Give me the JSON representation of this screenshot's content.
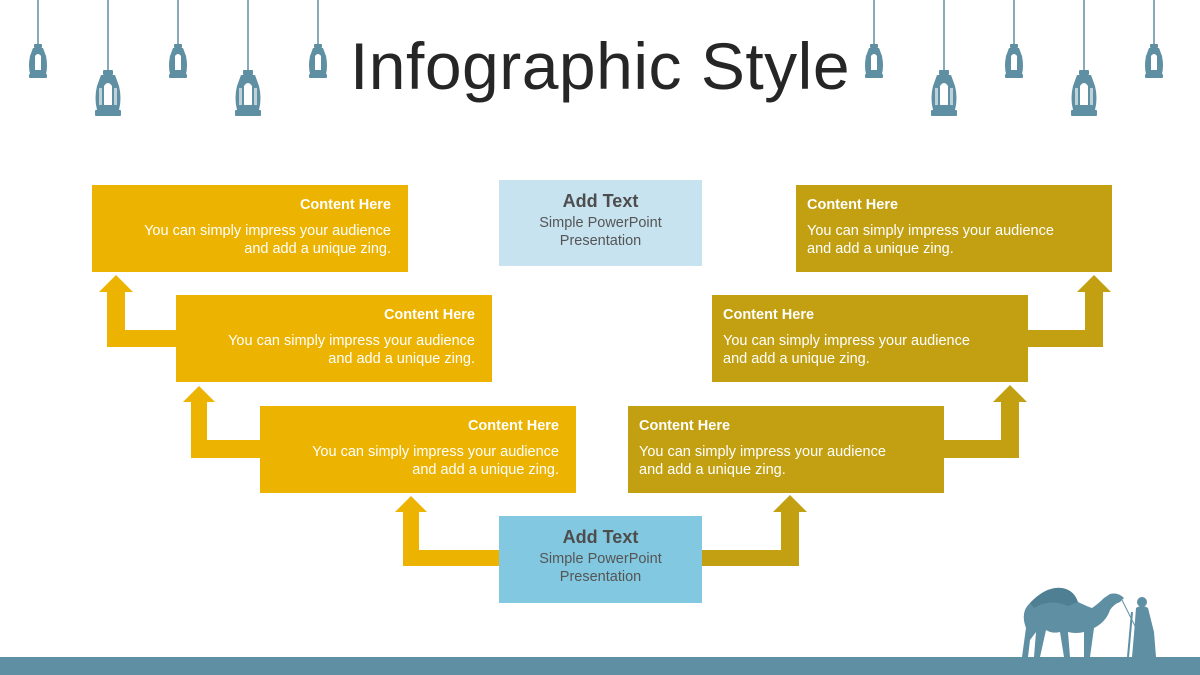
{
  "title": "Infographic Style",
  "colors": {
    "gold": "#ecb300",
    "olive": "#c2a012",
    "center_light": "#c8e3f0",
    "center_mid": "#82c8e0",
    "lantern": "#5f8fa3",
    "title_text": "#262626"
  },
  "center_top": {
    "heading": "Add Text",
    "line1": "Simple PowerPoint",
    "line2": "Presentation"
  },
  "center_bottom": {
    "heading": "Add Text",
    "line1": "Simple PowerPoint",
    "line2": "Presentation"
  },
  "left_boxes": [
    {
      "heading": "Content  Here",
      "line1": "You can simply impress your audience",
      "line2": "and add a unique zing."
    },
    {
      "heading": "Content  Here",
      "line1": "You can simply impress your audience",
      "line2": "and add a unique zing."
    },
    {
      "heading": "Content  Here",
      "line1": "You can simply impress your audience",
      "line2": "and add a unique zing."
    }
  ],
  "right_boxes": [
    {
      "heading": "Content  Here",
      "line1": "You can simply impress your audience",
      "line2": "and add a unique zing."
    },
    {
      "heading": "Content  Here",
      "line1": "You can simply impress your audience",
      "line2": "and add a unique zing."
    },
    {
      "heading": "Content  Here",
      "line1": "You can simply impress your audience",
      "line2": "and add a unique zing."
    }
  ],
  "icons": {
    "lantern": "hanging-lantern-icon",
    "camel": "camel-silhouette-icon",
    "traveler": "traveler-silhouette-icon",
    "arrow": "up-arrow-icon"
  }
}
